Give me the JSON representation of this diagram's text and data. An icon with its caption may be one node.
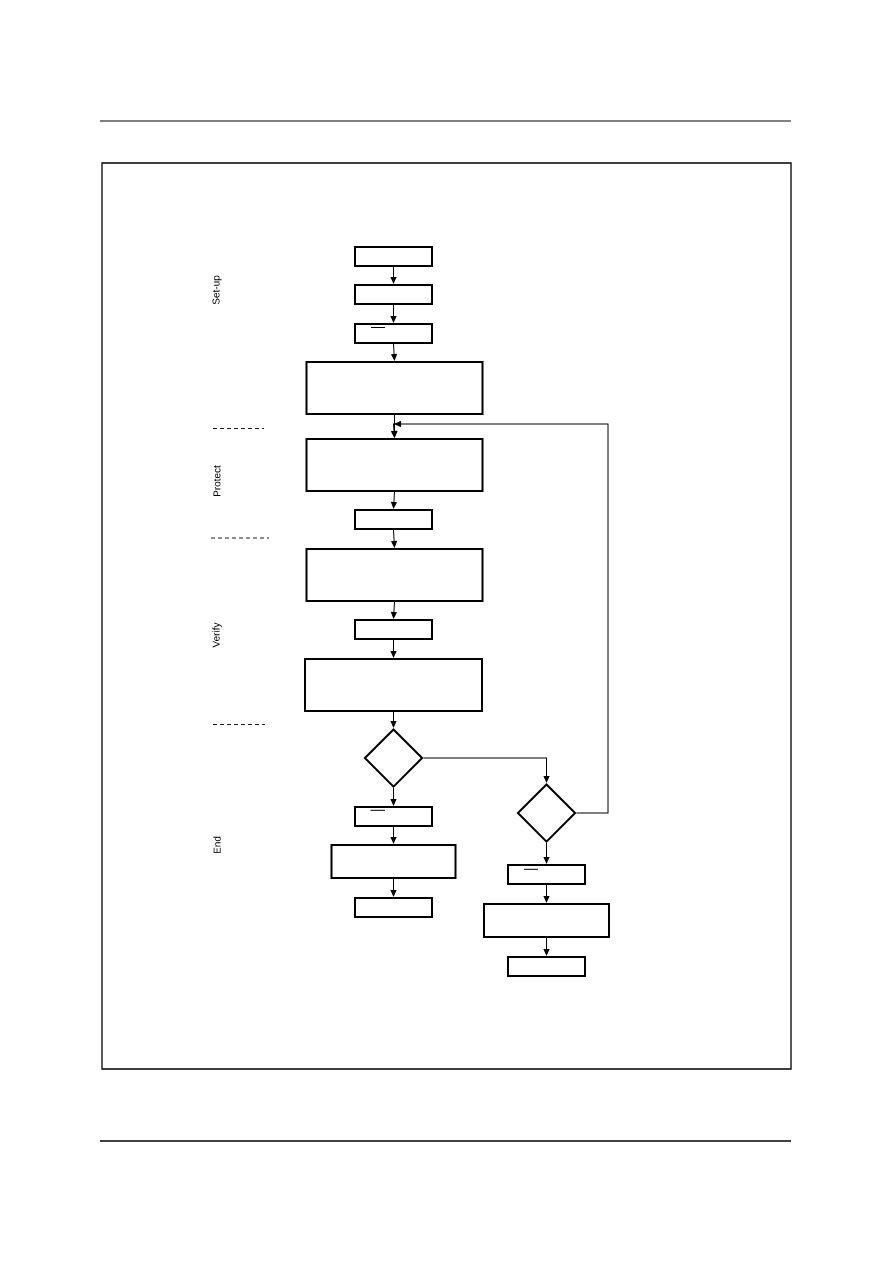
{
  "diagram": {
    "nodes": [
      {
        "text": [],
        "shape": "box"
      },
      {
        "text": [],
        "shape": "box"
      },
      {
        "text": [],
        "shape": "box"
      },
      {
        "text": [],
        "shape": "box"
      },
      {
        "text": [],
        "shape": "box"
      },
      {
        "text": [],
        "shape": "box"
      },
      {
        "text": [],
        "shape": "box"
      },
      {
        "text": [],
        "shape": "box"
      },
      {
        "text": [],
        "shape": "box"
      },
      {
        "text": [],
        "shape": "diamond"
      },
      {
        "text": [],
        "shape": "box"
      },
      {
        "text": [],
        "shape": "box"
      },
      {
        "text": [],
        "shape": "box"
      },
      {
        "text": [],
        "shape": "diamond"
      },
      {
        "text": [],
        "shape": "box"
      },
      {
        "text": [],
        "shape": "box"
      },
      {
        "text": [],
        "shape": "box"
      }
    ],
    "edges": [
      {
        "from": 0,
        "to": 1,
        "arrow": "to"
      },
      {
        "from": 1,
        "to": 2,
        "arrow": "to"
      },
      {
        "from": 2,
        "to": 3,
        "arrow": "to"
      },
      {
        "from": 3,
        "to": 4,
        "arrow": "to"
      },
      {
        "from": 4,
        "to": 5,
        "arrow": "to"
      },
      {
        "from": 5,
        "to": 6,
        "arrow": "to"
      },
      {
        "from": 6,
        "to": 7,
        "arrow": "to"
      },
      {
        "from": 7,
        "to": 8,
        "arrow": "to"
      },
      {
        "from": 8,
        "to": 9,
        "arrow": "to"
      },
      {
        "from": 9,
        "to": 10,
        "arrow": "to"
      },
      {
        "from": 10,
        "to": 11,
        "arrow": "to"
      },
      {
        "from": 11,
        "to": 12,
        "arrow": "to"
      },
      {
        "from": 9,
        "to": 13,
        "arrow": "to"
      },
      {
        "from": 13,
        "to": 14,
        "arrow": "to"
      },
      {
        "from": 14,
        "to": 15,
        "arrow": "to"
      },
      {
        "from": 15,
        "to": 16,
        "arrow": "to"
      },
      {
        "from": 13,
        "to": 4,
        "arrow": "to"
      }
    ],
    "labels": [
      "Set-up",
      "Protect",
      "Verify",
      "End"
    ]
  }
}
